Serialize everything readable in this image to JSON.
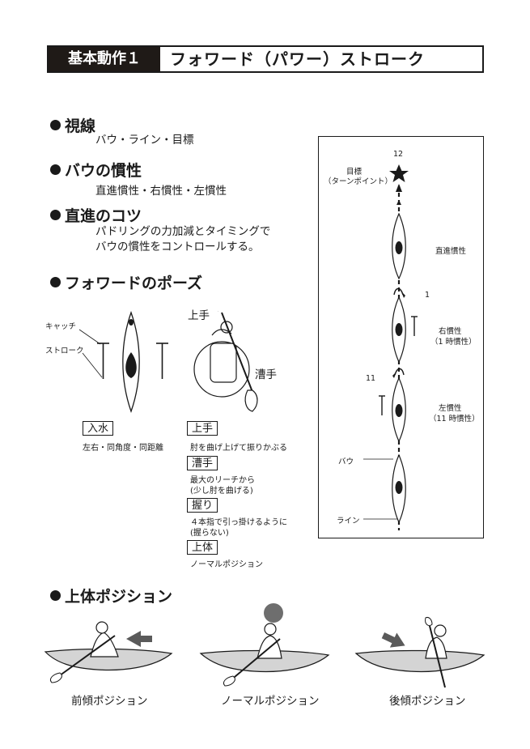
{
  "header": {
    "lesson": "基本動作１",
    "title": "フォワード（パワー）ストローク"
  },
  "sections": {
    "sight": {
      "title": "視線",
      "text": "バウ・ライン・目標"
    },
    "bow_inertia": {
      "title": "バウの慣性",
      "text": "直進慣性・右慣性・左慣性"
    },
    "straight_tip": {
      "title": "直進のコツ",
      "lines": [
        "パドリングの力加減とタイミングで",
        "バウの慣性をコントロールする。"
      ]
    },
    "pose": {
      "title": "フォワードのポーズ"
    },
    "upper_body": {
      "title": "上体ポジション"
    }
  },
  "pose_diagram": {
    "catch": "キャッチ",
    "stroke": "ストローク",
    "upper_hand": "上手",
    "lower_hand": "漕手"
  },
  "pose_boxes": [
    {
      "label": "入水",
      "note": "左右・同角度・同距離"
    },
    {
      "label": "上手",
      "note": "肘を曲げ上げて振りかぶる"
    },
    {
      "label": "漕手",
      "note_lines": [
        "最大のリーチから",
        "(少し肘を曲げる)"
      ]
    },
    {
      "label": "握り",
      "note_lines": [
        "４本指で引っ掛けるように",
        "(握らない)"
      ]
    },
    {
      "label": "上体",
      "note": "ノーマルポジション"
    }
  ],
  "course_diagram": {
    "clock_12": "12",
    "target_lines": [
      "目標",
      "（ターンポイント）"
    ],
    "straight": "直進慣性",
    "clock_1": "1",
    "right_lines": [
      "右慣性",
      "（1 時慣性）"
    ],
    "clock_11": "11",
    "left_lines": [
      "左慣性",
      "（11 時慣性）"
    ],
    "bow": "バウ",
    "line": "ライン"
  },
  "positions": [
    "前傾ポジション",
    "ノーマルポジション",
    "後傾ポジション"
  ],
  "colors": {
    "dark": "#1f1a17",
    "hull": "#d4d4d4",
    "arrow": "#5a5a5a",
    "ball": "#6e6e6e"
  }
}
